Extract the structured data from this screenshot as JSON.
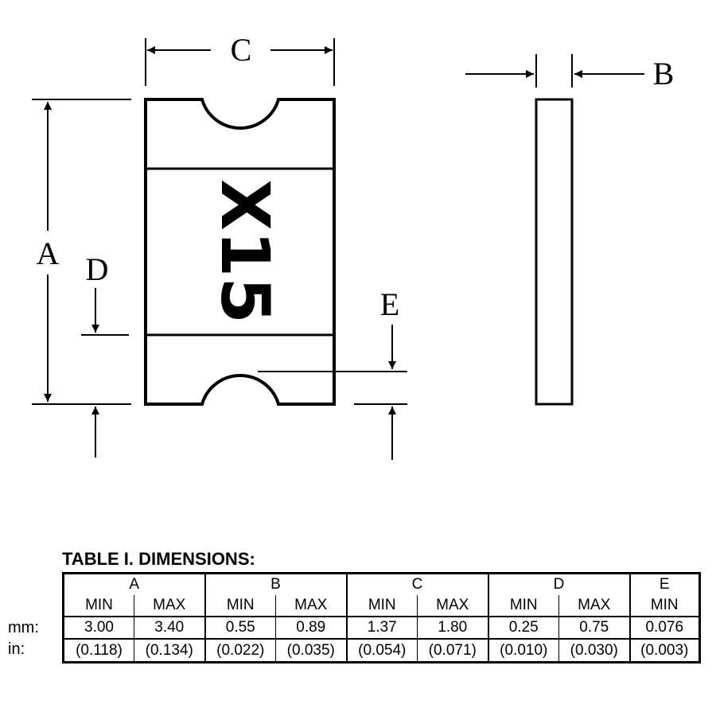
{
  "drawing": {
    "labels": {
      "a": "A",
      "b": "B",
      "c": "C",
      "d": "D",
      "e": "E"
    },
    "marking_text": "X15"
  },
  "table": {
    "title": "TABLE I. DIMENSIONS:",
    "groups": [
      "A",
      "B",
      "C",
      "D",
      "E"
    ],
    "subheaders": [
      "MIN",
      "MAX",
      "MIN",
      "MAX",
      "MIN",
      "MAX",
      "MIN",
      "MAX",
      "MIN"
    ],
    "row_labels": {
      "mm": "mm:",
      "in": "in:"
    },
    "mm": [
      "3.00",
      "3.40",
      "0.55",
      "0.89",
      "1.37",
      "1.80",
      "0.25",
      "0.75",
      "0.076"
    ],
    "in": [
      "(0.118)",
      "(0.134)",
      "(0.022)",
      "(0.035)",
      "(0.054)",
      "(0.071)",
      "(0.010)",
      "(0.030)",
      "(0.003)"
    ]
  }
}
